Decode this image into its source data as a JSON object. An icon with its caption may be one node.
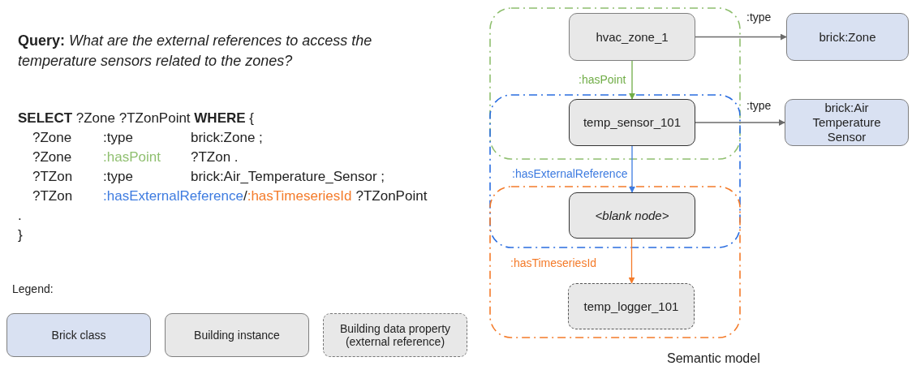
{
  "diagram": {
    "caption": "Semantic model",
    "nodes": [
      {
        "text": [
          "hvac_zone_1"
        ]
      },
      {
        "text": [
          "brick:Zone"
        ]
      },
      {
        "text": [
          "temp_sensor_101"
        ]
      },
      {
        "text": [
          "brick:Air Temperature Sensor"
        ]
      },
      {
        "text": [
          "<blank node>"
        ]
      },
      {
        "text": [
          "temp_logger_101"
        ]
      }
    ],
    "edges": [
      {
        "from": 0,
        "to": 1,
        "arrow": "to",
        "label": ":type"
      },
      {
        "from": 0,
        "to": 2,
        "arrow": "to",
        "label": ":hasPoint",
        "color": "#70ad47"
      },
      {
        "from": 2,
        "to": 3,
        "arrow": "to",
        "label": ":type"
      },
      {
        "from": 2,
        "to": 4,
        "arrow": "to",
        "label": ":hasExternalReference",
        "color": "#3d7be0"
      },
      {
        "from": 4,
        "to": 5,
        "arrow": "to",
        "label": ":hasTimeseriesId",
        "color": "#f47b2a"
      }
    ],
    "labels": [
      "**Query:** *What are the external references to access the temperature sensors related to the zones?*",
      "**SELECT** ?Zone ?TZonPoint  **WHERE** {",
      "?Zone",
      ":type",
      "brick:Zone ;",
      "?Zone",
      ":hasPoint",
      "?TZon .",
      "?TZon",
      ":type",
      "brick:Air_Temperature_Sensor ;",
      "?TZon",
      ":hasExternalReference",
      "/",
      ":hasTimeseriesId",
      "?TZonPoint",
      ".",
      "}",
      "Legend:"
    ],
    "legend": [
      {
        "text": "Brick class",
        "color": "#d9e1f2"
      },
      {
        "text": "Building instance",
        "color": "#e8e8e8"
      },
      {
        "text": "Building data property (external reference)"
      }
    ]
  }
}
